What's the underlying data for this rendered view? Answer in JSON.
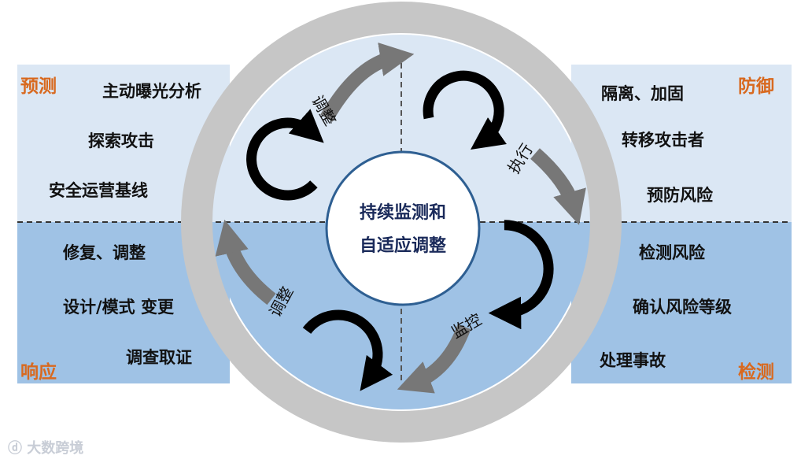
{
  "quadrants": {
    "predict": {
      "title": "预测",
      "items": [
        "主动曝光分析",
        "探索攻击",
        "安全运营基线"
      ]
    },
    "defend": {
      "title": "防御",
      "items": [
        "隔离、加固",
        "转移攻击者",
        "预防风险"
      ]
    },
    "respond": {
      "title": "响应",
      "items": [
        "修复、调整",
        "设计/模式 变更",
        "调查取证"
      ]
    },
    "detect": {
      "title": "检测",
      "items": [
        "检测风险",
        "确认风险等级",
        "处理事故"
      ]
    }
  },
  "center": {
    "line1": "持续监测和",
    "line2": "自适应调整"
  },
  "arrows": {
    "top_left": "调整",
    "top_right": "执行",
    "bottom_right": "监控",
    "bottom_left": "调整"
  },
  "watermark": "大数跨境",
  "colors": {
    "top_band": "#dbe7f4",
    "bottom_band": "#9fc2e5",
    "ring": "#c6c6c6",
    "corner_title": "#d8691f",
    "center_text": "#1a2a5a",
    "gray_arrow": "#777777"
  }
}
